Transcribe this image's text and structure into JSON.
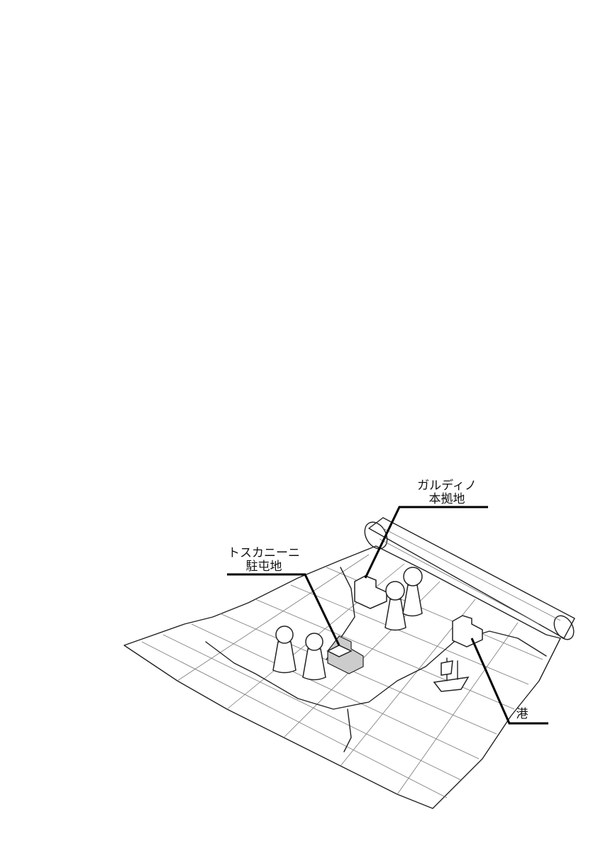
{
  "labels": {
    "gardino": {
      "name": "ガルディノ",
      "sub": "本拠地"
    },
    "toscanini": {
      "name": "トスカニーニ",
      "sub": "駐屯地"
    },
    "port": {
      "name": "港"
    }
  },
  "colors": {
    "ink": "#222222",
    "background": "#ffffff"
  }
}
